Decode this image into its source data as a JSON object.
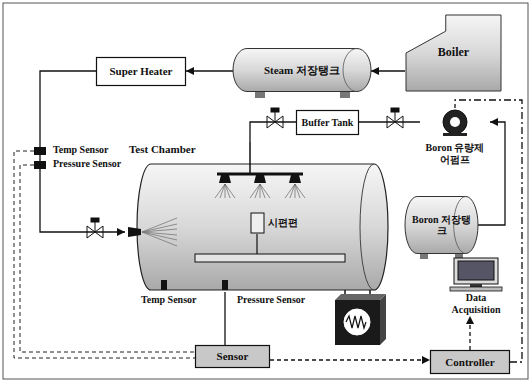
{
  "diagram": {
    "nodes": [
      {
        "text": [
          "Super Heater"
        ]
      },
      {
        "text": [
          "Steam 저장탱크"
        ]
      },
      {
        "text": [
          "Boiler"
        ]
      },
      {
        "text": [
          "Buffer Tank"
        ]
      },
      {
        "text": [
          "Boron 유량제어펌프"
        ]
      },
      {
        "text": [
          "Test Chamber"
        ]
      },
      {
        "text": [
          "시편편"
        ],
        "in": 5
      },
      {
        "text": [
          "Boron 저장탱크"
        ]
      },
      {
        "text": [
          "Data Acquisition"
        ]
      },
      {
        "text": [
          "Sensor"
        ]
      },
      {
        "text": [
          "Controller"
        ]
      }
    ],
    "edges": [
      {
        "from": 2,
        "to": 1,
        "arrow": "to"
      },
      {
        "from": 1,
        "to": 0,
        "arrow": "to"
      },
      {
        "from": 0,
        "to": 5,
        "arrow": "to"
      },
      {
        "from": 7,
        "to": 4,
        "arrow": "to"
      },
      {
        "from": 4,
        "to": 3,
        "arrow": "none"
      },
      {
        "from": 3,
        "to": 5,
        "arrow": "none"
      },
      {
        "from": 5,
        "to": 9,
        "arrow": "none"
      },
      {
        "from": 9,
        "to": 10,
        "arrow": "to"
      },
      {
        "from": 10,
        "to": 8,
        "arrow": "to"
      },
      {
        "from": 10,
        "to": 4,
        "arrow": "none"
      }
    ],
    "labels": [
      "Temp Sensor",
      "Pressure Sensor",
      "Temp Sensor",
      "Pressure Sensor"
    ]
  }
}
